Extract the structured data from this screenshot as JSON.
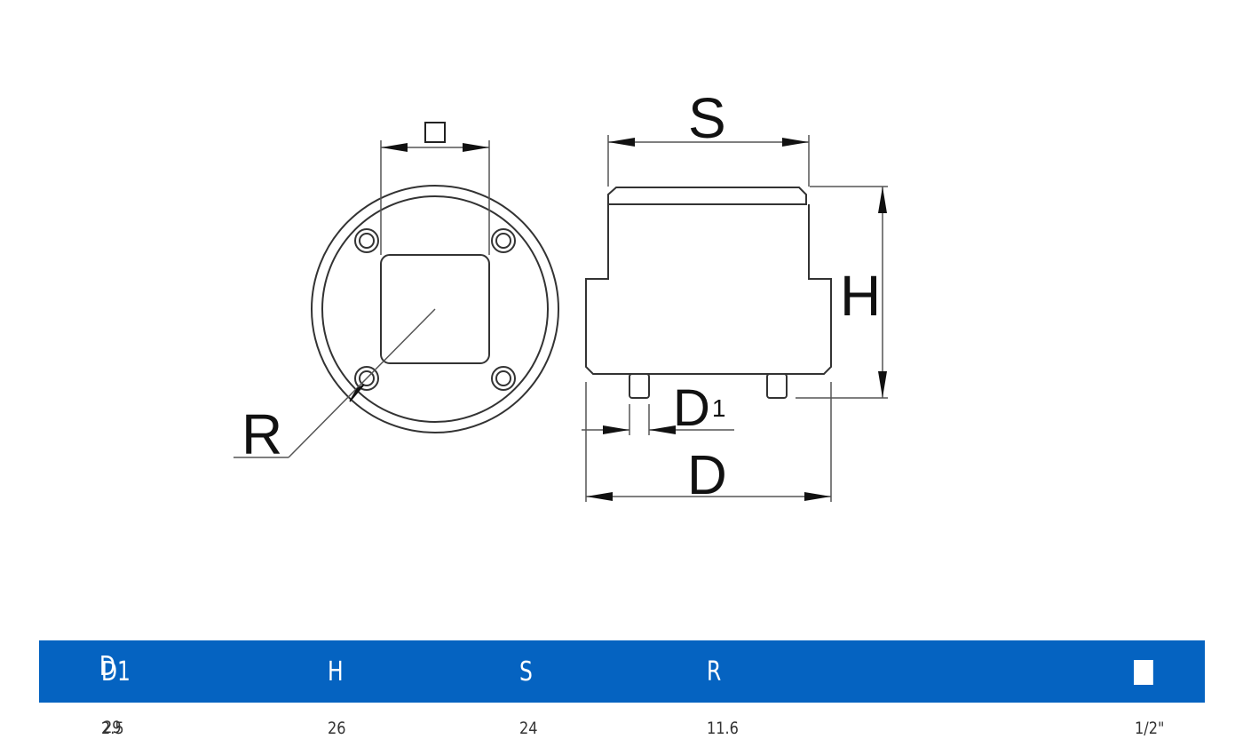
{
  "drawing": {
    "labels": {
      "square": "□",
      "s": "S",
      "h": "H",
      "d1_main": "D",
      "d1_sub": "1",
      "d": "D",
      "r": "R"
    }
  },
  "table": {
    "headers": [
      "D",
      "D1",
      "H",
      "S",
      "R",
      "■"
    ],
    "rows": [
      [
        "29",
        "2.5",
        "26",
        "24",
        "11.6",
        "1/2\""
      ]
    ],
    "header_bg": "#0563c1"
  },
  "icons": {
    "square_drive": "square-icon"
  }
}
